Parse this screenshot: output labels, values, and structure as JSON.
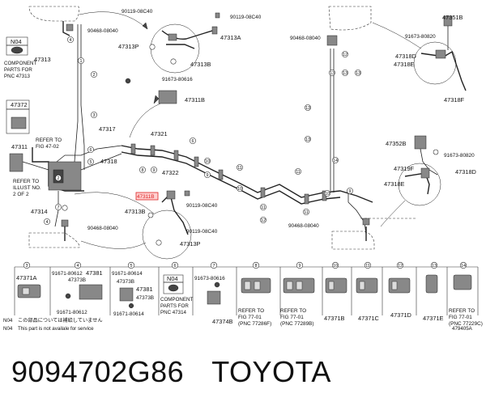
{
  "diagram": {
    "labels": {
      "l1": "90119-08C40",
      "l2": "90119-08C40",
      "l3": "90468-08040",
      "l4": "47313A",
      "l5": "47313P",
      "l6": "47313B",
      "l7": "91673-80616",
      "l8": "47311B",
      "l9": "47313",
      "l10": "47372",
      "l11": "47311",
      "l12": "47317",
      "l13": "47318",
      "l14": "47321",
      "l15": "47322",
      "l16": "47314",
      "l17": "47313B",
      "l18": "90119-08C40",
      "l19": "90119-08C40",
      "l20": "90468-08040",
      "l21": "47313P",
      "l22": "47351B",
      "l23": "91673-80820",
      "l24": "47318D",
      "l25": "47318E",
      "l26": "47318F",
      "l27": "90468-08040",
      "l28": "47352B",
      "l29": "91673-80820",
      "l30": "47319F",
      "l31": "47318D",
      "l32": "47318E",
      "l33": "90468-08040",
      "l34": "N04",
      "l35": "47371A",
      "l36": "91671-80612",
      "l37": "47381",
      "l38": "47373B",
      "l39": "91671-80612",
      "l40": "91671-80614",
      "l41": "47373B",
      "l42": "47381",
      "l43": "47373B",
      "l44": "91671-80614",
      "l45": "N04",
      "l46": "91673-80616",
      "l47": "47374B",
      "l48": "47371B",
      "l49": "47371C",
      "l50": "47371D",
      "l51": "47371E",
      "l52": "479405A"
    },
    "highlight": "47311B",
    "notes": {
      "comp1": "COMPONENT",
      "comp2": "PARTS FOR",
      "comp3": "PNC 47313",
      "refA1": "REFER TO",
      "refA2": "FIG 47-02",
      "refB1": "REFER TO",
      "refB2": "ILLUST NO.",
      "refB3": "2 OF 2",
      "lcomp1": "COMPONENT",
      "lcomp2": "PARTS FOR",
      "lcomp3": "PNC 47314",
      "ref8a": "REFER TO",
      "ref8b": "FIG 77-01",
      "ref8c": "(PNC 77286F)",
      "ref9a": "REFER TO",
      "ref9b": "FIG 77-01",
      "ref9c": "(PNC 77289B)",
      "ref14a": "REFER TO",
      "ref14b": "FIG 77-01",
      "ref14c": "(PNC 77229C)",
      "n04a": "N04",
      "n04b": "この部品については補給していません",
      "n04c": "N04",
      "n04d": "This part is not availale for service"
    },
    "callouts": [
      "1",
      "2",
      "3",
      "4",
      "5",
      "6",
      "7",
      "8",
      "9",
      "10",
      "11",
      "12",
      "13",
      "14"
    ]
  },
  "caption": {
    "part_number": "9094702G86",
    "brand": "TOYOTA"
  }
}
